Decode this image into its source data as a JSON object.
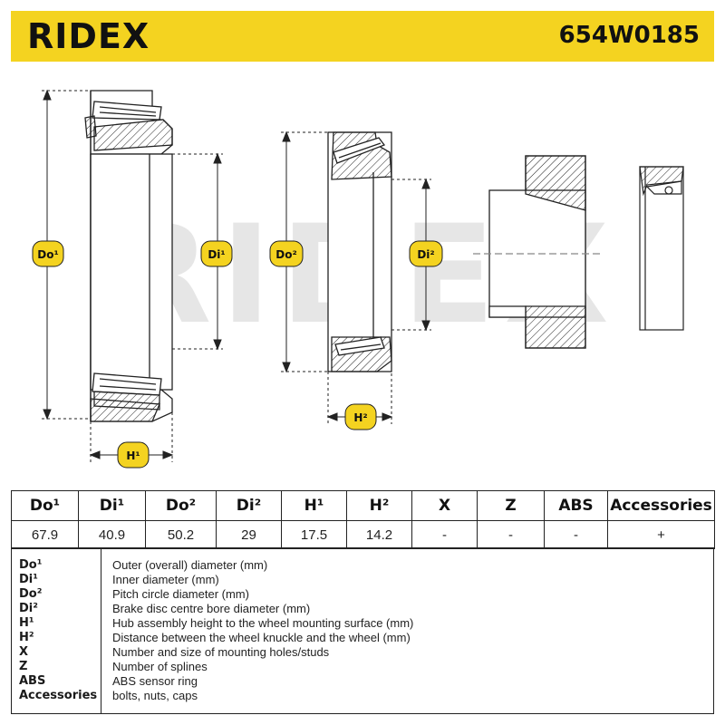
{
  "header": {
    "brand": "RIDEX",
    "part_number": "654W0185"
  },
  "drawing": {
    "watermark": "RIDEX",
    "labels": {
      "do1": "Do¹",
      "di1": "Di¹",
      "do2": "Do²",
      "di2": "Di²",
      "h1": "H¹",
      "h2": "H²"
    }
  },
  "spec_table": {
    "headers": [
      "Do¹",
      "Di¹",
      "Do²",
      "Di²",
      "H¹",
      "H²",
      "X",
      "Z",
      "ABS",
      "Accessories"
    ],
    "values": [
      "67.9",
      "40.9",
      "50.2",
      "29",
      "17.5",
      "14.2",
      "-",
      "-",
      "-",
      "+"
    ]
  },
  "legend": [
    {
      "code": "Do¹",
      "description": "Outer (overall) diameter (mm)"
    },
    {
      "code": "Di¹",
      "description": "Inner diameter (mm)"
    },
    {
      "code": "Do²",
      "description": "Pitch circle diameter (mm)"
    },
    {
      "code": "Di²",
      "description": "Brake disc centre bore diameter (mm)"
    },
    {
      "code": "H¹",
      "description": "Hub assembly height to the wheel mounting surface (mm)"
    },
    {
      "code": "H²",
      "description": "Distance between the wheel knuckle and the wheel (mm)"
    },
    {
      "code": "X",
      "description": "Number and size of mounting holes/studs"
    },
    {
      "code": "Z",
      "description": "Number of splines"
    },
    {
      "code": "ABS",
      "description": "ABS sensor ring"
    },
    {
      "code": "Accessories",
      "description": "bolts, nuts, caps"
    }
  ],
  "colors": {
    "brand_yellow": "#f4d320",
    "label_yellow": "#f4d320",
    "watermark_gray": "#e6e6e6"
  }
}
